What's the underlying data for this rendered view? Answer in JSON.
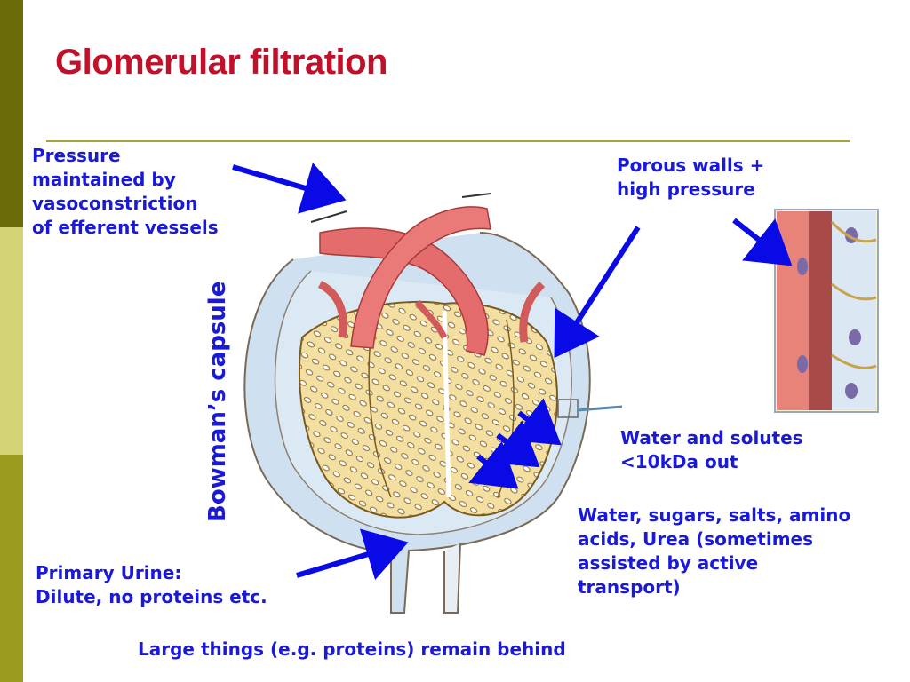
{
  "slide": {
    "title": "Glomerular filtration",
    "colors": {
      "title": "#c0102a",
      "label": "#1a1ad6",
      "arrow": "#0a0ae6",
      "sidebar_dark": "#6b6b0a",
      "sidebar_light": "#d4d477",
      "sidebar_mid": "#9a9a1e"
    }
  },
  "labels": {
    "pressure": [
      "Pressure",
      "maintained by",
      "vasoconstriction",
      "of efferent vessels"
    ],
    "porous": [
      "Porous walls +",
      "high pressure"
    ],
    "bowman": "Bowman’s capsule",
    "water_solutes": [
      "Water and solutes",
      "<10kDa out"
    ],
    "water_sugars": [
      "Water, sugars, salts, amino",
      "acids, Urea (sometimes",
      "assisted by active",
      "transport)"
    ],
    "primary_urine": [
      "Primary Urine:",
      "Dilute, no proteins etc."
    ],
    "large_things": "Large things (e.g. proteins) remain behind"
  },
  "illustration": {
    "main": "glomerulus-in-bowmans-capsule",
    "inset": "capillary-wall-detail"
  }
}
